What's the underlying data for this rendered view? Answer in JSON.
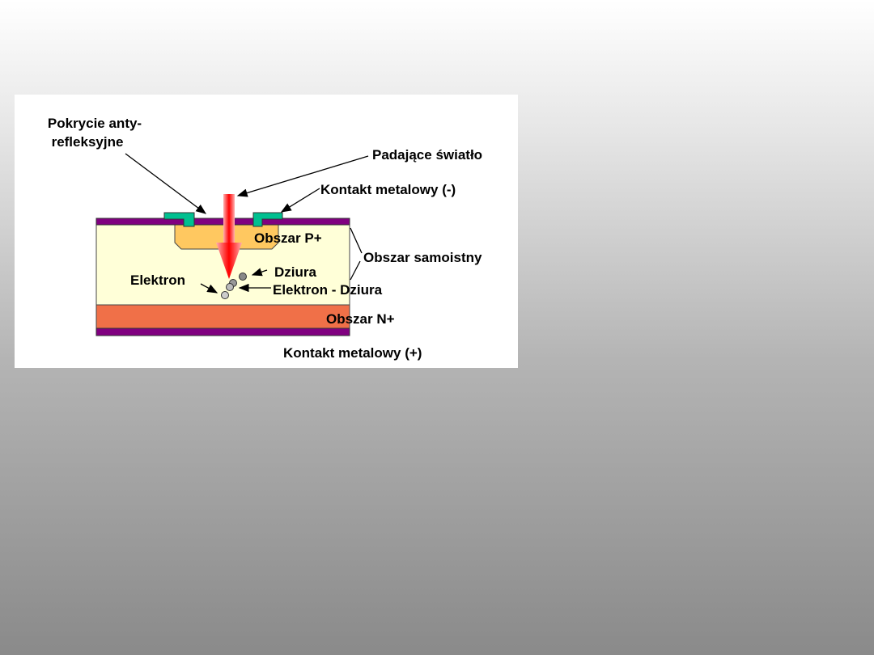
{
  "diagram": {
    "labels": {
      "anti_reflective_1": "Pokrycie anty-",
      "anti_reflective_2": "refleksyjne",
      "incident_light": "Padające światło",
      "metal_contact_neg": "Kontakt metalowy (-)",
      "p_region": "Obszar P+",
      "intrinsic_region": "Obszar samoistny",
      "hole": "Dziura",
      "electron": "Elektron",
      "electron_hole": "Elektron - Dziura",
      "n_region": "Obszar N+",
      "metal_contact_pos": "Kontakt metalowy (+)"
    },
    "colors": {
      "metal": "#800080",
      "contact": "#00C090",
      "p_region": "#FFC860",
      "intrinsic": "#FFFFD8",
      "n_region": "#F07048",
      "light": "#FF0000"
    }
  }
}
